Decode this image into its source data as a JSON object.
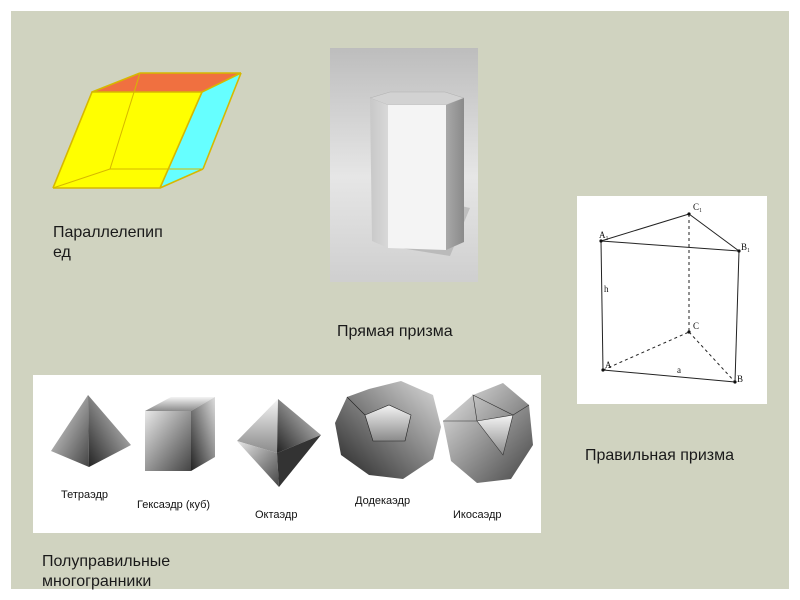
{
  "captions": {
    "parallelepiped_line1": "Параллелепип",
    "parallelepiped_line2": "ед",
    "right_prism": "Прямая призма",
    "regular_prism": "Правильная призма",
    "semiregular_line1": "Полуправильные",
    "semiregular_line2": "многогранники"
  },
  "prism_diagram": {
    "labels": {
      "a1": "A₁",
      "b1": "B₁",
      "c1": "C₁",
      "a": "A",
      "b": "B",
      "c": "C",
      "edge_a": "a",
      "height": "h"
    }
  },
  "polyhedra": {
    "names": [
      "Тетраэдр",
      "Гексаэдр (куб)",
      "Октаэдр",
      "Додекаэдр",
      "Икосаэдр"
    ]
  },
  "colors": {
    "slide_bg": "#d0d3c0",
    "parallelepiped_front": "#ffff00",
    "parallelepiped_top": "#f07040",
    "parallelepiped_side": "#66ffff",
    "edge": "#d6b800"
  }
}
